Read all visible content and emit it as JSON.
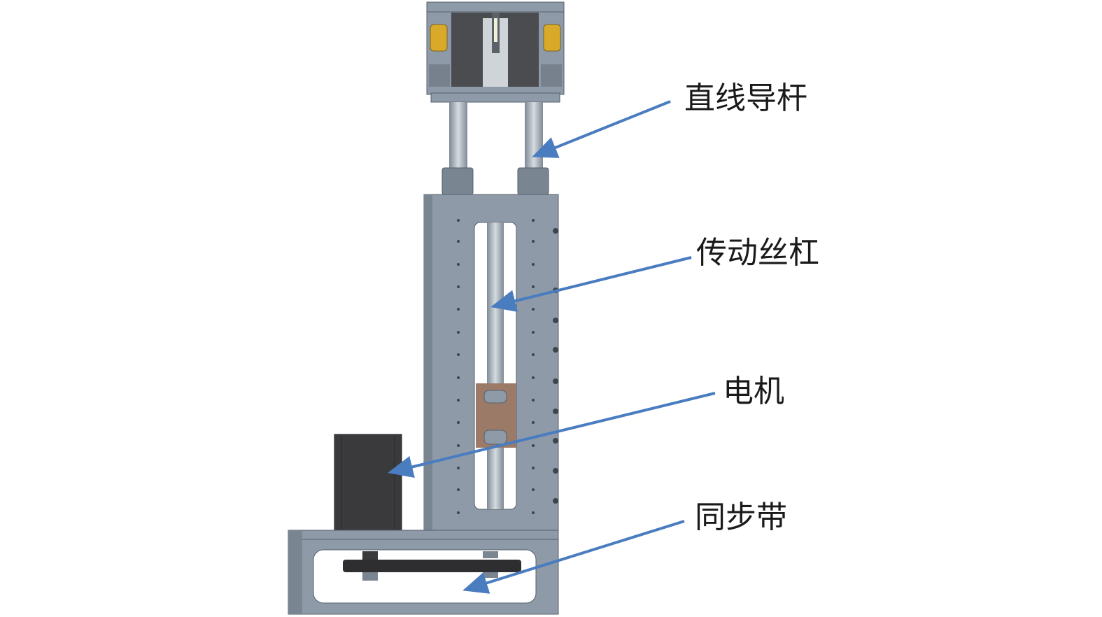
{
  "labels": {
    "guide_rod": "直线导杆",
    "lead_screw": "传动丝杠",
    "motor": "电机",
    "timing_belt": "同步带"
  },
  "colors": {
    "arrow": "#4a7cc0",
    "frame": "#8e9aa8",
    "motor": "#3a3a3c",
    "nut": "#9c7a68",
    "spring": "#d9aa2a"
  }
}
